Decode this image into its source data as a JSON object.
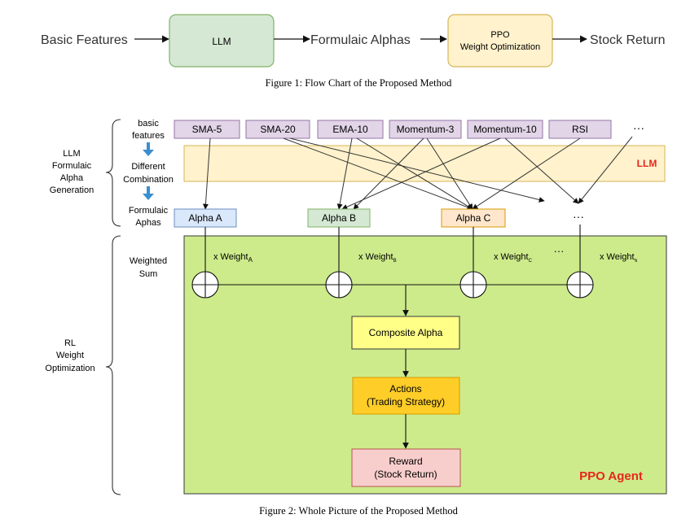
{
  "figure1": {
    "input_label": "Basic Features",
    "llm_label": "LLM",
    "middle_label": "Formulaic Alphas",
    "ppo_line1": "PPO",
    "ppo_line2": "Weight Optimization",
    "output_label": "Stock Return",
    "caption": "Figure 1: Flow Chart of the Proposed Method"
  },
  "figure2": {
    "left_labels": {
      "llm_section": [
        "LLM",
        "Formulaic",
        "Alpha",
        "Generation"
      ],
      "rl_section": [
        "RL",
        "Weight",
        "Optimization"
      ],
      "basic_features": [
        "basic",
        "features"
      ],
      "different_combination": [
        "Different",
        "Combination"
      ],
      "formulaic_aphas": [
        "Formulaic",
        "Aphas"
      ],
      "weighted_sum": [
        "Weighted",
        "Sum"
      ]
    },
    "features": [
      "SMA-5",
      "SMA-20",
      "EMA-10",
      "Momentum-3",
      "Momentum-10",
      "RSI"
    ],
    "feature_ellipsis": "···",
    "llm_band_label": "LLM",
    "alphas": [
      "Alpha A",
      "Alpha B",
      "Alpha C"
    ],
    "alpha_ellipsis": "···",
    "weights": {
      "prefix": "x Weight",
      "subscripts": [
        "A",
        "B",
        "C",
        "N"
      ],
      "ellipsis": "···"
    },
    "composite": "Composite Alpha",
    "actions": [
      "Actions",
      "(Trading Strategy)"
    ],
    "reward": [
      "Reward",
      "(Stock Return)"
    ],
    "agent_label": "PPO Agent",
    "caption": "Figure 2: Whole Picture of the Proposed Method",
    "colors": {
      "feature_fill": "#e1d5e7",
      "feature_stroke": "#9673a6",
      "llm_band_fill": "#fff2cc",
      "llm_band_stroke": "#d6b656",
      "llm_text": "#e8261c",
      "alpha_a_fill": "#dae8fc",
      "alpha_a_stroke": "#6c8ebf",
      "alpha_b_fill": "#d5e8d4",
      "alpha_b_stroke": "#82b366",
      "alpha_c_fill": "#ffe6cc",
      "alpha_c_stroke": "#d79b00",
      "agent_fill": "#cdeb8b",
      "agent_stroke": "#36393d",
      "agent_text": "#e8261c",
      "composite_fill": "#ffff88",
      "actions_fill": "#ffcd28",
      "actions_stroke": "#d79b00",
      "reward_fill": "#f8cecc",
      "reward_stroke": "#b85450",
      "blue_arrow": "#3a8fd0"
    }
  }
}
